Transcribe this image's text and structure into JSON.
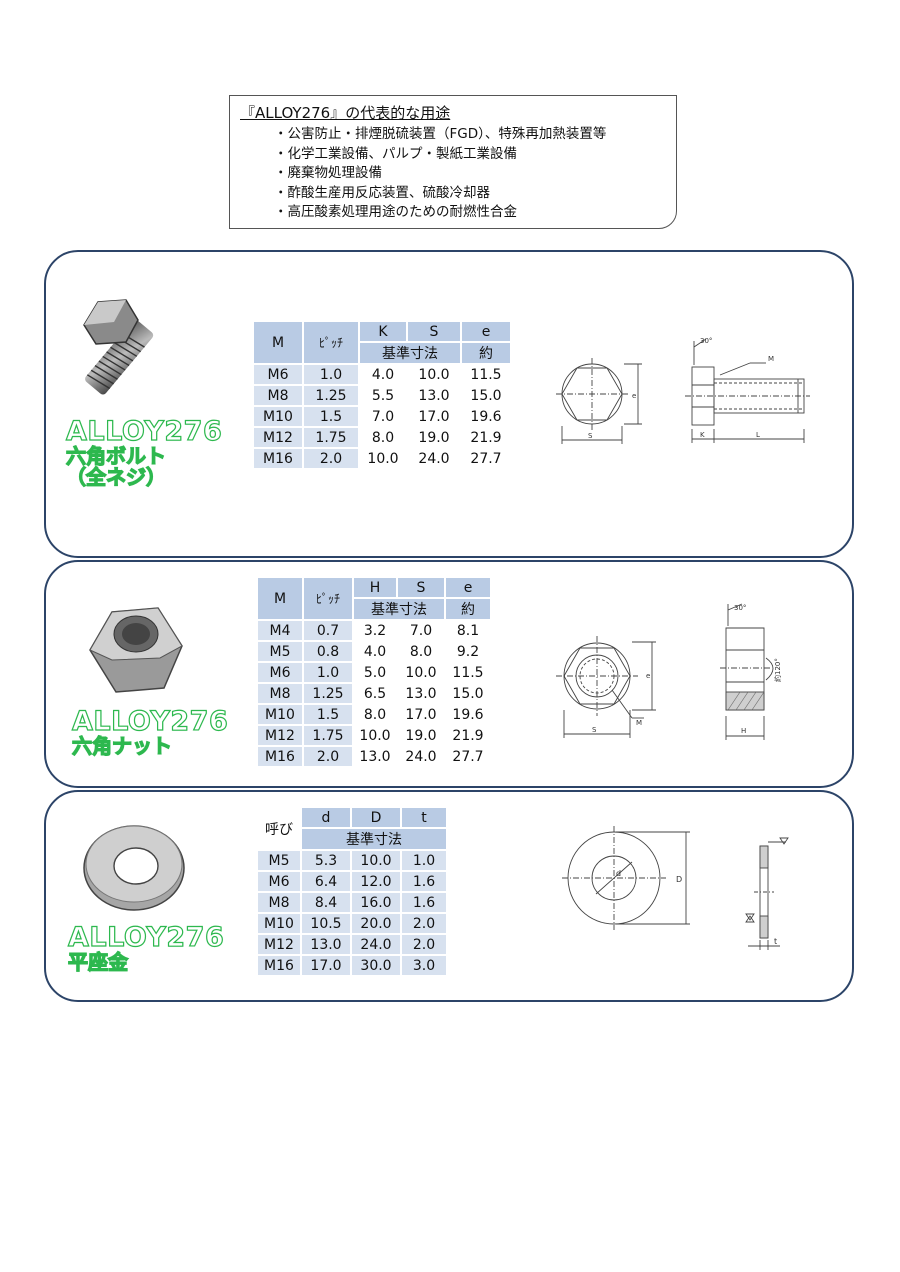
{
  "usage": {
    "title": "『ALLOY276』の代表的な用途",
    "items": [
      "・公害防止・排煙脱硫装置（FGD）、特殊再加熱装置等",
      "・化学工業設備、パルプ・製紙工業設備",
      "・廃棄物処理設備",
      "・酢酸生産用反応装置、硫酸冷却器",
      "・高圧酸素処理用途のための耐燃性合金"
    ]
  },
  "bolt": {
    "title": "ALLOY276",
    "sub1": "六角ボルト",
    "sub2": "（全ネジ）",
    "h": [
      "M",
      "ﾋﾟｯﾁ",
      "K",
      "S",
      "e"
    ],
    "std": "基準寸法",
    "approx": "約",
    "rows": [
      [
        "M6",
        "1.0",
        "4.0",
        "10.0",
        "11.5"
      ],
      [
        "M8",
        "1.25",
        "5.5",
        "13.0",
        "15.0"
      ],
      [
        "M10",
        "1.5",
        "7.0",
        "17.0",
        "19.6"
      ],
      [
        "M12",
        "1.75",
        "8.0",
        "19.0",
        "21.9"
      ],
      [
        "M16",
        "2.0",
        "10.0",
        "24.0",
        "27.7"
      ]
    ],
    "dim": {
      "angle": "30°",
      "m": "M",
      "e": "e",
      "s": "S",
      "k": "K",
      "l": "L"
    }
  },
  "nut": {
    "title": "ALLOY276",
    "sub1": "六角ナット",
    "h": [
      "M",
      "ﾋﾟｯﾁ",
      "H",
      "S",
      "e"
    ],
    "std": "基準寸法",
    "approx": "約",
    "rows": [
      [
        "M4",
        "0.7",
        "3.2",
        "7.0",
        "8.1"
      ],
      [
        "M5",
        "0.8",
        "4.0",
        "8.0",
        "9.2"
      ],
      [
        "M6",
        "1.0",
        "5.0",
        "10.0",
        "11.5"
      ],
      [
        "M8",
        "1.25",
        "6.5",
        "13.0",
        "15.0"
      ],
      [
        "M10",
        "1.5",
        "8.0",
        "17.0",
        "19.6"
      ],
      [
        "M12",
        "1.75",
        "10.0",
        "19.0",
        "21.9"
      ],
      [
        "M16",
        "2.0",
        "13.0",
        "24.0",
        "27.7"
      ]
    ],
    "dim": {
      "angle": "30°",
      "chamfer": "約120°",
      "e": "e",
      "m": "M",
      "s": "S",
      "hh": "H"
    }
  },
  "washer": {
    "title": "ALLOY276",
    "sub1": "平座金",
    "h": [
      "呼び",
      "d",
      "D",
      "t"
    ],
    "std": "基準寸法",
    "rows": [
      [
        "M5",
        "5.3",
        "10.0",
        "1.0"
      ],
      [
        "M6",
        "6.4",
        "12.0",
        "1.6"
      ],
      [
        "M8",
        "8.4",
        "16.0",
        "1.6"
      ],
      [
        "M10",
        "10.5",
        "20.0",
        "2.0"
      ],
      [
        "M12",
        "13.0",
        "24.0",
        "2.0"
      ],
      [
        "M16",
        "17.0",
        "30.0",
        "3.0"
      ]
    ],
    "dim": {
      "d": "d",
      "D": "D",
      "t": "t"
    }
  }
}
